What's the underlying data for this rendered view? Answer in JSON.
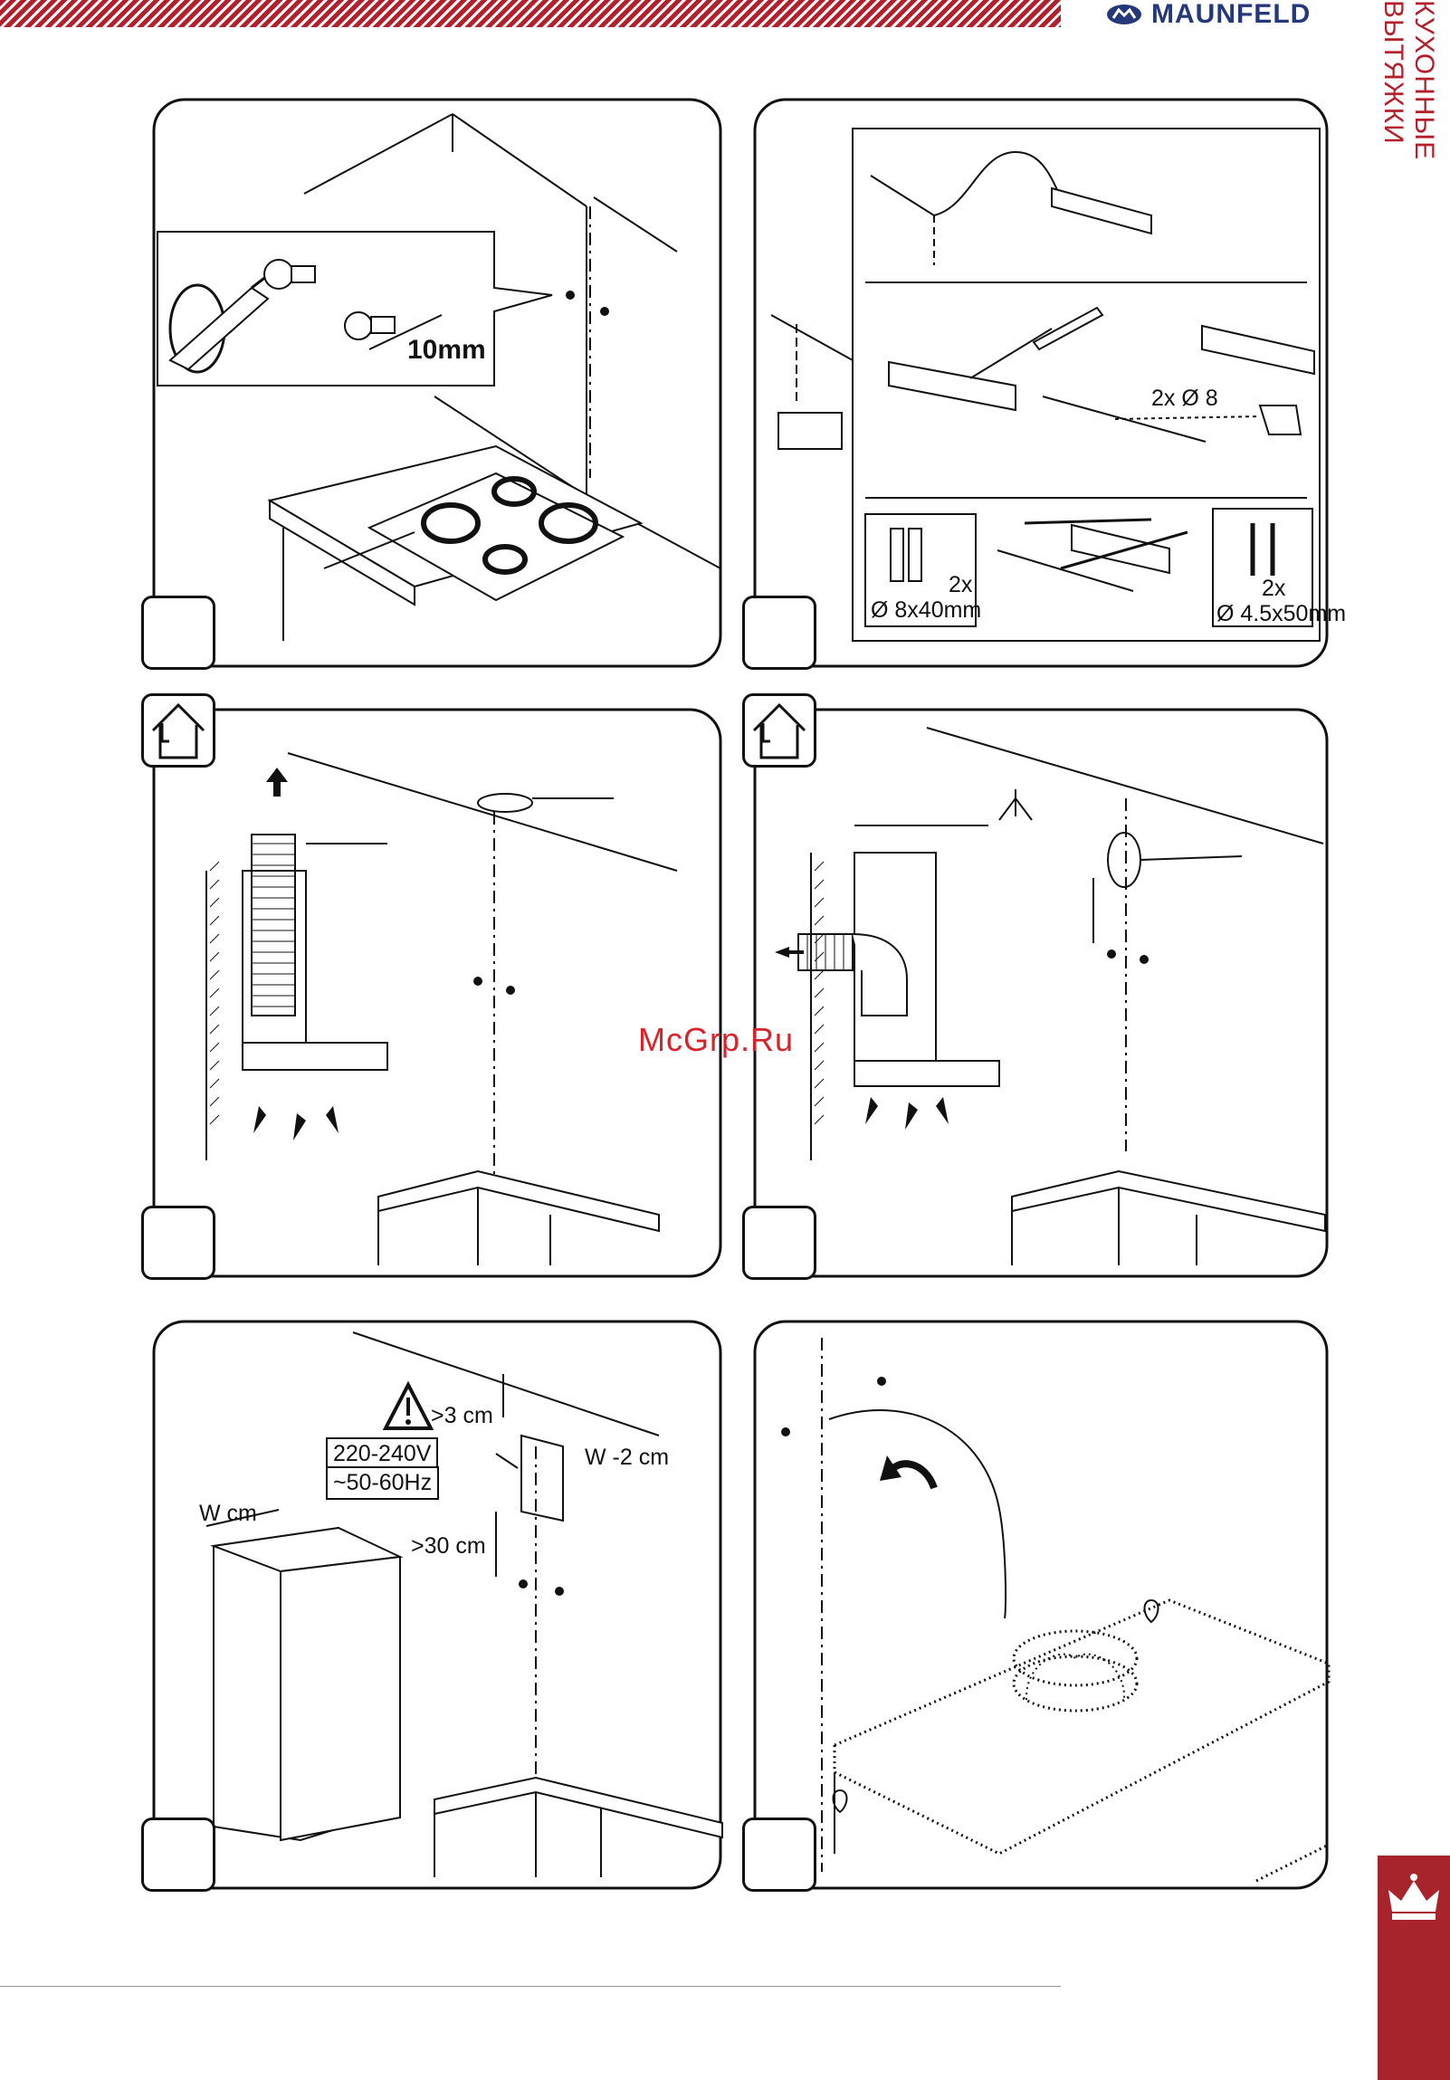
{
  "header": {
    "brand_name": "MAUNFELD",
    "side_title": "КУХОННЫЕ ВЫТЯЖКИ",
    "brand_color": "#24387a",
    "accent_color": "#b3202c"
  },
  "watermark": "McGrp.Ru",
  "panels": {
    "p1": {
      "dimension": "10mm"
    },
    "p2": {
      "drill_label": "2x Ø 8",
      "dowel_count": "2x",
      "dowel_size": "Ø 8x40mm",
      "screw_count": "2x",
      "screw_size": "Ø 4.5x50mm"
    },
    "p5": {
      "clearance_top": ">3 cm",
      "voltage": "220-240V",
      "frequency": "~50-60Hz",
      "width_minus": "W -2 cm",
      "clearance_bottom": ">30 cm",
      "chimney_width": "W cm"
    }
  },
  "icons": {
    "warning": "warning-triangle-icon",
    "venting": "house-vent-icon",
    "crown": "crown-icon"
  }
}
